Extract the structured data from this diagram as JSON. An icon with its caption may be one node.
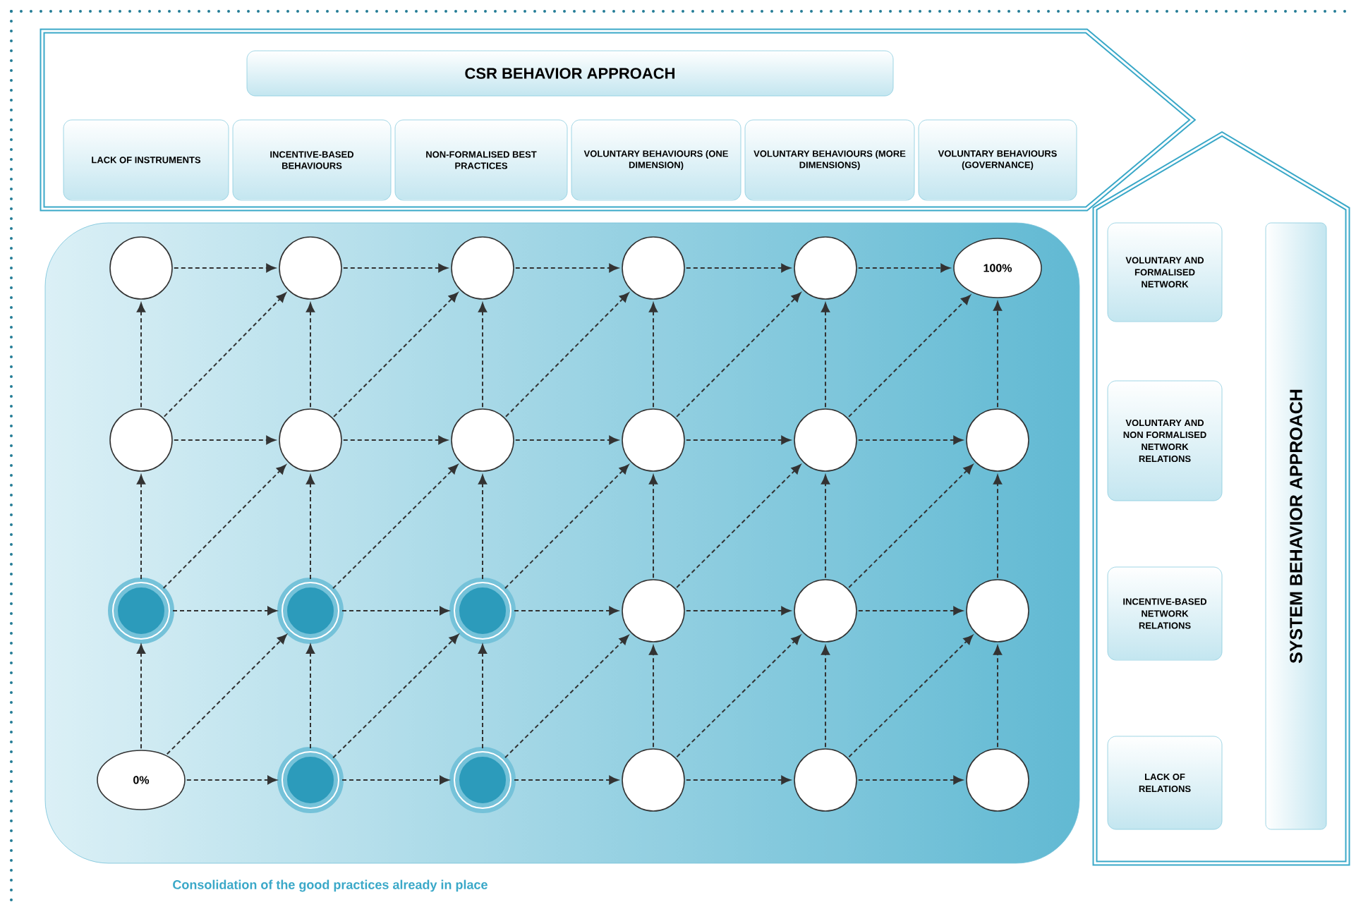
{
  "diagram": {
    "caption": "Consolidation of the good practices already in place",
    "nodes": [
      {
        "text": [
          "CSR BEHAVIOR APPROACH"
        ]
      },
      {
        "text": [
          "LACK OF INSTRUMENTS"
        ]
      },
      {
        "text": [
          "INCENTIVE-BASED BEHAVIOURS"
        ]
      },
      {
        "text": [
          "NON-FORMALISED BEST PRACTICES"
        ]
      },
      {
        "text": [
          "VOLUNTARY BEHAVIOURS (ONE DIMENSION)"
        ]
      },
      {
        "text": [
          "VOLUNTARY BEHAVIOURS (MORE DIMENSIONS)"
        ]
      },
      {
        "text": [
          "VOLUNTARY BEHAVIOURS (GOVERNANCE)"
        ]
      },
      {
        "text": [
          "VOLUNTARY AND FORMALISED NETWORK"
        ]
      },
      {
        "text": [
          "VOLUNTARY AND NON FORMALISED NETWORK RELATIONS"
        ]
      },
      {
        "text": [
          "INCENTIVE-BASED NETWORK RELATIONS"
        ]
      },
      {
        "text": [
          "LACK OF RELATIONS"
        ]
      },
      {
        "text": [
          "SYSTEM BEHAVIOR APPROACH"
        ]
      },
      {
        "text": [],
        "shape": "circle"
      },
      {
        "text": [],
        "shape": "circle"
      },
      {
        "text": [],
        "shape": "circle"
      },
      {
        "text": [],
        "shape": "circle"
      },
      {
        "text": [],
        "shape": "circle"
      },
      {
        "text": [
          "100%"
        ]
      },
      {
        "text": [],
        "shape": "circle"
      },
      {
        "text": [],
        "shape": "circle"
      },
      {
        "text": [],
        "shape": "circle"
      },
      {
        "text": [],
        "shape": "circle"
      },
      {
        "text": [],
        "shape": "circle"
      },
      {
        "text": [],
        "shape": "circle"
      },
      {
        "text": [],
        "shape": "circle"
      },
      {
        "text": [],
        "shape": "circle"
      },
      {
        "text": [],
        "shape": "circle"
      },
      {
        "text": [],
        "shape": "circle"
      },
      {
        "text": [],
        "shape": "circle"
      },
      {
        "text": [],
        "shape": "circle"
      },
      {
        "text": [
          "0%"
        ]
      },
      {
        "text": [],
        "shape": "circle"
      },
      {
        "text": [],
        "shape": "circle"
      },
      {
        "text": [],
        "shape": "circle"
      },
      {
        "text": [],
        "shape": "circle"
      },
      {
        "text": [],
        "shape": "circle"
      }
    ],
    "edges": [
      {
        "from": 12,
        "to": 13,
        "arrow": "to",
        "style": "dashed"
      },
      {
        "from": 13,
        "to": 14,
        "arrow": "to",
        "style": "dashed"
      },
      {
        "from": 14,
        "to": 15,
        "arrow": "to",
        "style": "dashed"
      },
      {
        "from": 15,
        "to": 16,
        "arrow": "to",
        "style": "dashed"
      },
      {
        "from": 16,
        "to": 17,
        "arrow": "to",
        "style": "dashed"
      },
      {
        "from": 18,
        "to": 19,
        "arrow": "to",
        "style": "dashed"
      },
      {
        "from": 19,
        "to": 20,
        "arrow": "to",
        "style": "dashed"
      },
      {
        "from": 20,
        "to": 21,
        "arrow": "to",
        "style": "dashed"
      },
      {
        "from": 21,
        "to": 22,
        "arrow": "to",
        "style": "dashed"
      },
      {
        "from": 22,
        "to": 23,
        "arrow": "to",
        "style": "dashed"
      },
      {
        "from": 24,
        "to": 25,
        "arrow": "to",
        "style": "dashed"
      },
      {
        "from": 25,
        "to": 26,
        "arrow": "to",
        "style": "dashed"
      },
      {
        "from": 26,
        "to": 27,
        "arrow": "to",
        "style": "dashed"
      },
      {
        "from": 27,
        "to": 28,
        "arrow": "to",
        "style": "dashed"
      },
      {
        "from": 28,
        "to": 29,
        "arrow": "to",
        "style": "dashed"
      },
      {
        "from": 30,
        "to": 31,
        "arrow": "to",
        "style": "dashed"
      },
      {
        "from": 31,
        "to": 32,
        "arrow": "to",
        "style": "dashed"
      },
      {
        "from": 32,
        "to": 33,
        "arrow": "to",
        "style": "dashed"
      },
      {
        "from": 33,
        "to": 34,
        "arrow": "to",
        "style": "dashed"
      },
      {
        "from": 34,
        "to": 35,
        "arrow": "to",
        "style": "dashed"
      },
      {
        "from": 18,
        "to": 12,
        "arrow": "to",
        "style": "dashed"
      },
      {
        "from": 19,
        "to": 13,
        "arrow": "to",
        "style": "dashed"
      },
      {
        "from": 20,
        "to": 14,
        "arrow": "to",
        "style": "dashed"
      },
      {
        "from": 21,
        "to": 15,
        "arrow": "to",
        "style": "dashed"
      },
      {
        "from": 22,
        "to": 16,
        "arrow": "to",
        "style": "dashed"
      },
      {
        "from": 23,
        "to": 17,
        "arrow": "to",
        "style": "dashed"
      },
      {
        "from": 24,
        "to": 18,
        "arrow": "to",
        "style": "dashed"
      },
      {
        "from": 25,
        "to": 19,
        "arrow": "to",
        "style": "dashed"
      },
      {
        "from": 26,
        "to": 20,
        "arrow": "to",
        "style": "dashed"
      },
      {
        "from": 27,
        "to": 21,
        "arrow": "to",
        "style": "dashed"
      },
      {
        "from": 28,
        "to": 22,
        "arrow": "to",
        "style": "dashed"
      },
      {
        "from": 29,
        "to": 23,
        "arrow": "to",
        "style": "dashed"
      },
      {
        "from": 30,
        "to": 24,
        "arrow": "to",
        "style": "dashed"
      },
      {
        "from": 31,
        "to": 25,
        "arrow": "to",
        "style": "dashed"
      },
      {
        "from": 32,
        "to": 26,
        "arrow": "to",
        "style": "dashed"
      },
      {
        "from": 33,
        "to": 27,
        "arrow": "to",
        "style": "dashed"
      },
      {
        "from": 34,
        "to": 28,
        "arrow": "to",
        "style": "dashed"
      },
      {
        "from": 35,
        "to": 29,
        "arrow": "to",
        "style": "dashed"
      },
      {
        "from": 18,
        "to": 13,
        "arrow": "to",
        "style": "dashed"
      },
      {
        "from": 19,
        "to": 14,
        "arrow": "to",
        "style": "dashed"
      },
      {
        "from": 20,
        "to": 15,
        "arrow": "to",
        "style": "dashed"
      },
      {
        "from": 21,
        "to": 16,
        "arrow": "to",
        "style": "dashed"
      },
      {
        "from": 22,
        "to": 17,
        "arrow": "to",
        "style": "dashed"
      },
      {
        "from": 24,
        "to": 19,
        "arrow": "to",
        "style": "dashed"
      },
      {
        "from": 25,
        "to": 20,
        "arrow": "to",
        "style": "dashed"
      },
      {
        "from": 26,
        "to": 21,
        "arrow": "to",
        "style": "dashed"
      },
      {
        "from": 27,
        "to": 22,
        "arrow": "to",
        "style": "dashed"
      },
      {
        "from": 28,
        "to": 23,
        "arrow": "to",
        "style": "dashed"
      },
      {
        "from": 30,
        "to": 25,
        "arrow": "to",
        "style": "dashed"
      },
      {
        "from": 31,
        "to": 26,
        "arrow": "to",
        "style": "dashed"
      },
      {
        "from": 32,
        "to": 27,
        "arrow": "to",
        "style": "dashed"
      },
      {
        "from": 33,
        "to": 28,
        "arrow": "to",
        "style": "dashed"
      },
      {
        "from": 34,
        "to": 29,
        "arrow": "to",
        "style": "dashed"
      }
    ]
  }
}
